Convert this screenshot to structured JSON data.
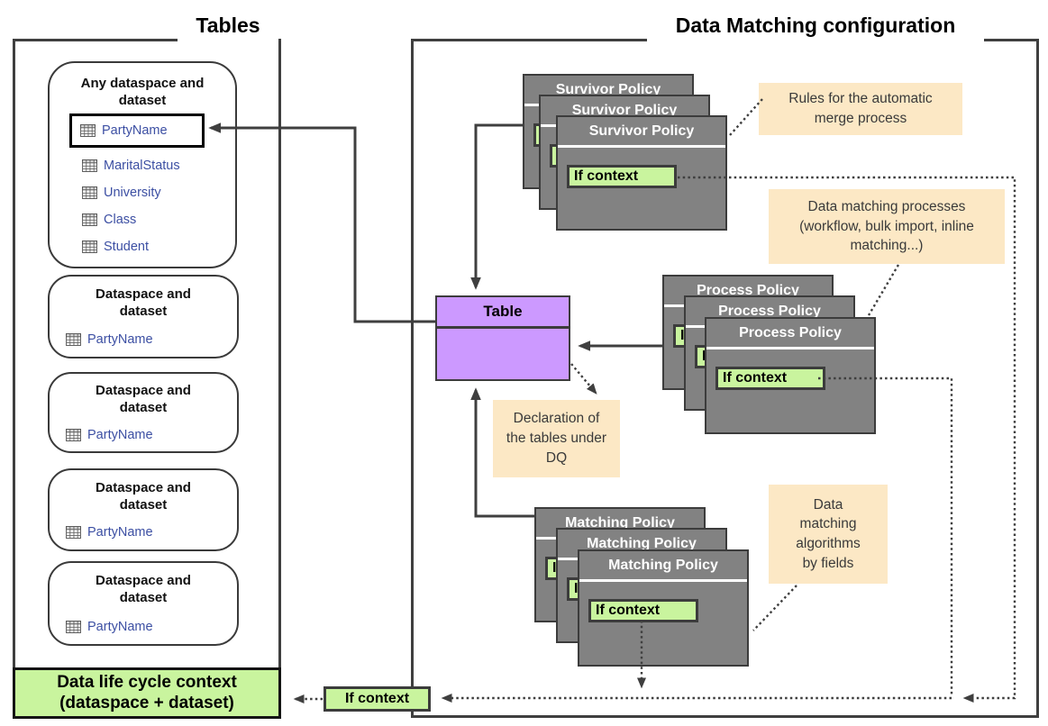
{
  "left_panel": {
    "title": "Tables",
    "any_box": {
      "title": "Any dataspace and dataset",
      "highlighted_table": "PartyName",
      "tables": [
        "MaritalStatus",
        "University",
        "Class",
        "Student"
      ]
    },
    "dataspace_boxes": [
      {
        "title": "Dataspace and dataset",
        "table": "PartyName"
      },
      {
        "title": "Dataspace and dataset",
        "table": "PartyName"
      },
      {
        "title": "Dataspace and dataset",
        "table": "PartyName"
      },
      {
        "title": "Dataspace and dataset",
        "table": "PartyName"
      }
    ],
    "lifecycle": {
      "line1": "Data life cycle context",
      "line2": "(dataspace + dataset)"
    }
  },
  "right_panel": {
    "title": "Data Matching configuration",
    "survivor_stack": {
      "title": "Survivor Policy",
      "if_label": "If context"
    },
    "process_stack": {
      "title": "Process Policy",
      "if_label": "If context"
    },
    "matching_stack": {
      "title": "Matching Policy",
      "if_label": "If context"
    },
    "table_box": {
      "title": "Table"
    },
    "notes": {
      "survivor": "Rules for the automatic merge process",
      "process": "Data matching processes (workflow, bulk import, inline matching...)",
      "table": "Declaration of the tables under DQ",
      "matching": "Data matching algorithms by fields"
    },
    "bottom_if_label": "If context"
  },
  "colors": {
    "policy_gray": "#828282",
    "context_green": "#c9f49e",
    "table_purple": "#cc99ff",
    "note_tan": "#fce8c5",
    "line_dark": "#3f3f3f",
    "table_link_blue": "#3c4fa3"
  }
}
